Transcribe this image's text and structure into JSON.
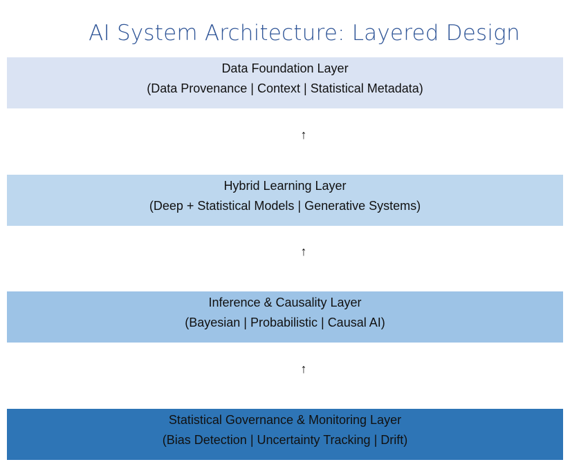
{
  "title": "AI System Architecture: Layered Design",
  "layers": [
    {
      "name": "Data Foundation Layer",
      "detail": "(Data Provenance | Context | Statistical Metadata)",
      "color": "#dae3f3"
    },
    {
      "name": "Hybrid Learning Layer",
      "detail": "(Deep + Statistical Models | Generative Systems)",
      "color": "#bdd7ee"
    },
    {
      "name": "Inference & Causality Layer",
      "detail": "(Bayesian | Probabilistic | Causal AI)",
      "color": "#9dc3e6"
    },
    {
      "name": "Statistical Governance & Monitoring Layer",
      "detail": "(Bias Detection | Uncertainty Tracking | Drift)",
      "color": "#2e75b6"
    }
  ],
  "arrow_glyph": "↑"
}
